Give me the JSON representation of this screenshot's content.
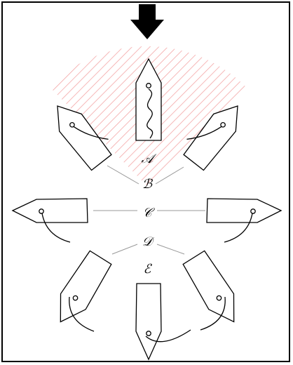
{
  "diagram": {
    "labels": {
      "a": "𝒜",
      "b": "ℬ",
      "c": "𝒞",
      "d": "𝒟",
      "e": "ℰ"
    },
    "icons": {
      "wind_arrow": "down-arrow-icon"
    },
    "colors": {
      "no_go_zone_stroke": "#f4a6a6",
      "line": "#000000",
      "connector": "#999999",
      "background": "#ffffff"
    }
  }
}
